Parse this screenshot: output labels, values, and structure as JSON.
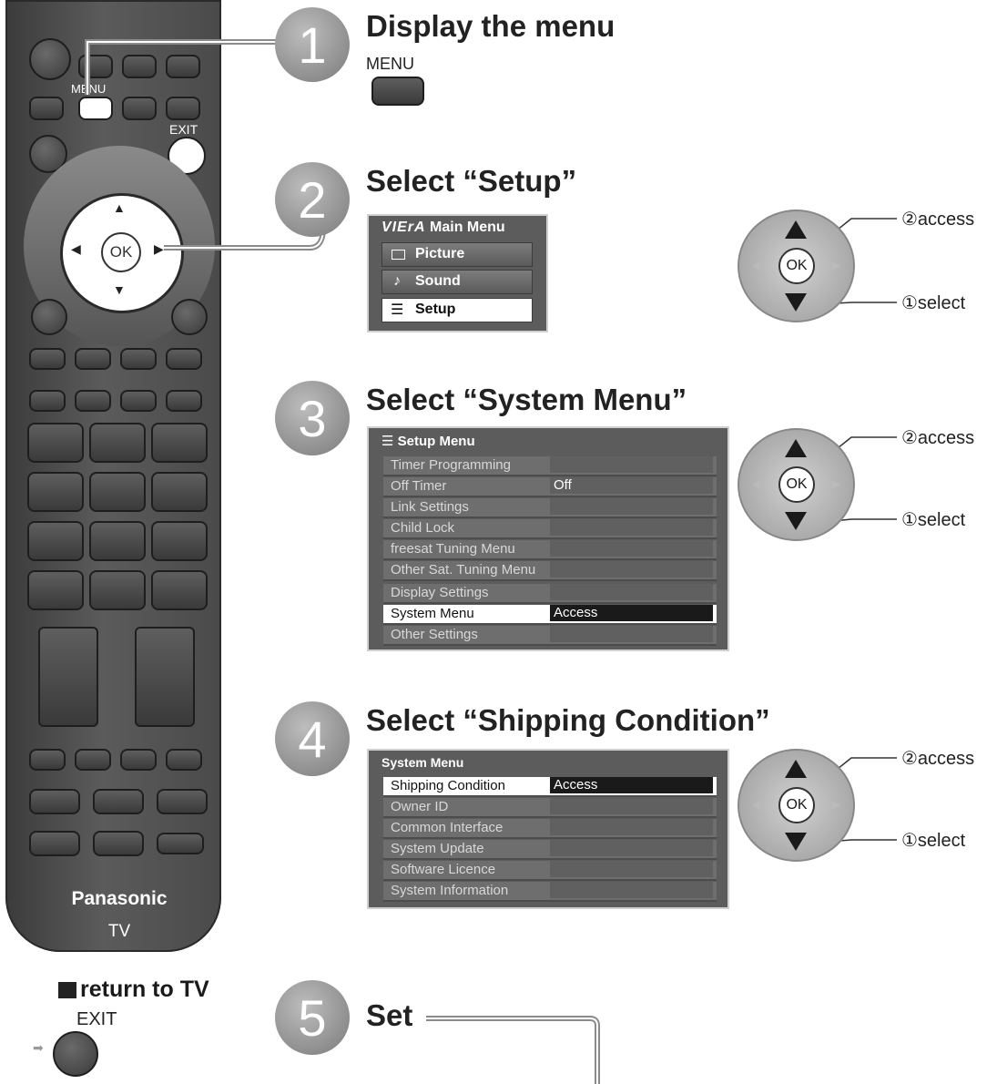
{
  "remote": {
    "menu_label": "MENU",
    "exit_label": "EXIT",
    "ok_label": "OK",
    "brand": "Panasonic",
    "brand_sub": "TV"
  },
  "return": {
    "text": "return to TV",
    "exit_label": "EXIT"
  },
  "steps": [
    {
      "number": "1",
      "title": "Display the menu",
      "button_label": "MENU"
    },
    {
      "number": "2",
      "title": "Select “Setup”"
    },
    {
      "number": "3",
      "title": "Select “System Menu”"
    },
    {
      "number": "4",
      "title": "Select “Shipping Condition”"
    },
    {
      "number": "5",
      "title": "Set"
    }
  ],
  "main_menu": {
    "logo": "VIErA",
    "title": "Main Menu",
    "items": [
      "Picture",
      "Sound",
      "Setup"
    ],
    "selected": "Setup"
  },
  "setup_menu": {
    "title": "Setup Menu",
    "rows": [
      {
        "name": "Timer Programming",
        "value": ""
      },
      {
        "name": "Off Timer",
        "value": "Off"
      },
      {
        "name": "Link Settings",
        "value": ""
      },
      {
        "name": "Child Lock",
        "value": ""
      },
      {
        "name": "freesat Tuning Menu",
        "value": ""
      },
      {
        "name": "Other Sat. Tuning Menu",
        "value": ""
      },
      {
        "name": "Display Settings",
        "value": ""
      },
      {
        "name": "System Menu",
        "value": "Access"
      },
      {
        "name": "Other Settings",
        "value": ""
      }
    ]
  },
  "system_menu": {
    "title": "System Menu",
    "rows": [
      {
        "name": "Shipping Condition",
        "value": "Access"
      },
      {
        "name": "Owner ID",
        "value": ""
      },
      {
        "name": "Common Interface",
        "value": ""
      },
      {
        "name": "System Update",
        "value": ""
      },
      {
        "name": "Software Licence",
        "value": ""
      },
      {
        "name": "System Information",
        "value": ""
      }
    ]
  },
  "dpad": {
    "ok": "OK",
    "access": "②access",
    "select": "①select"
  }
}
